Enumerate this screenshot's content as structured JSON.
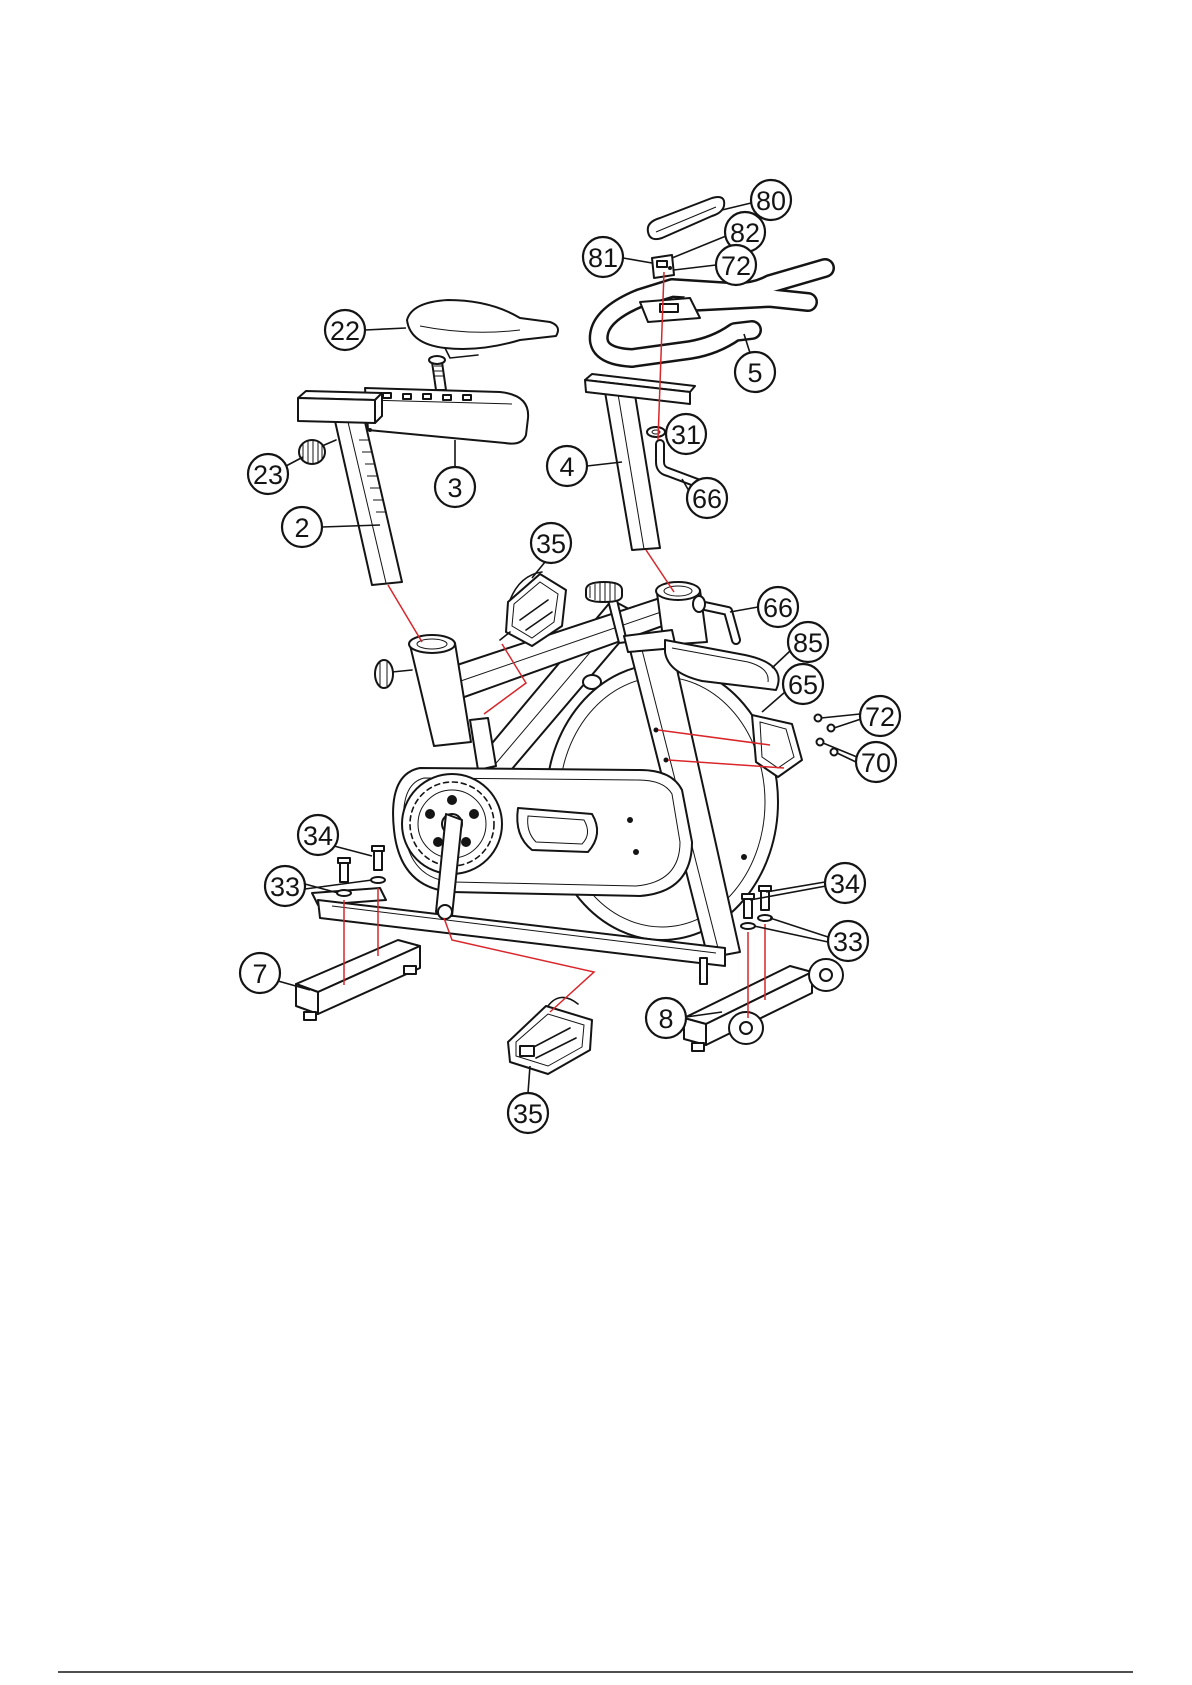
{
  "diagram": {
    "part_labels": [
      "80",
      "82",
      "81",
      "72",
      "22",
      "5",
      "31",
      "3",
      "4",
      "23",
      "66",
      "2",
      "35",
      "66",
      "85",
      "65",
      "72",
      "70",
      "34",
      "33",
      "34",
      "33",
      "7",
      "8",
      "35"
    ]
  }
}
